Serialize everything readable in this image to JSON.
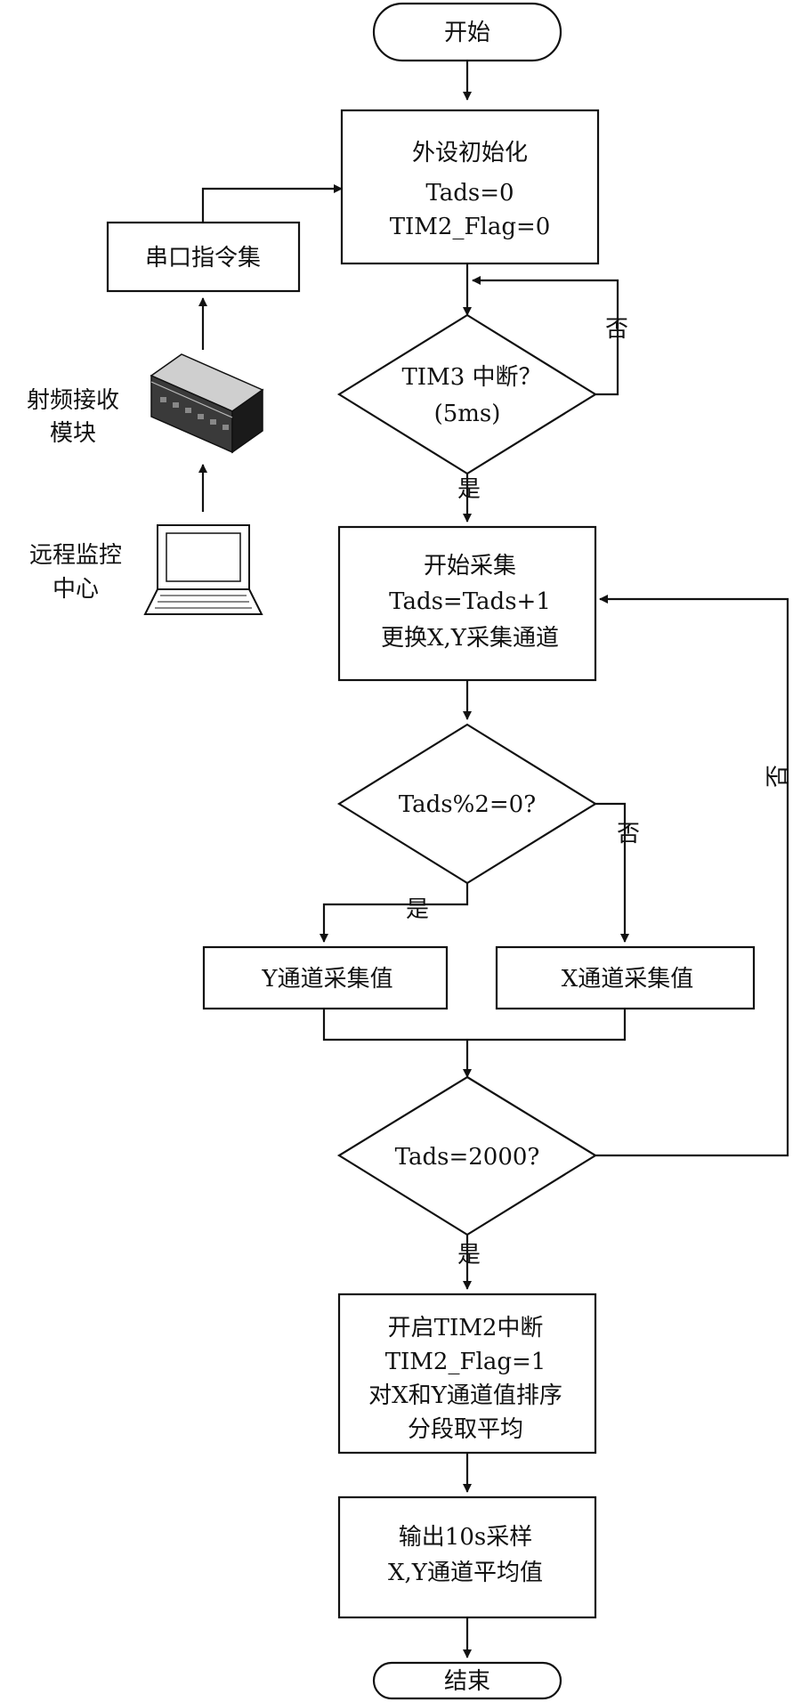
{
  "nodes": {
    "start": "开始",
    "init": [
      "外设初始化",
      "Tads=0",
      "TIM2_Flag=0"
    ],
    "uart_cmd": "串口指令集",
    "rf_module": [
      "射频接收",
      "模块"
    ],
    "monitor_center": [
      "远程监控",
      "中心"
    ],
    "tim3_check": [
      "TIM3 中断？",
      "(5ms)"
    ],
    "acquire": [
      "开始采集",
      "Tads=Tads+1",
      "更换X,Y采集通道"
    ],
    "parity_check": "Tads%2=0?",
    "y_value": "Y通道采集值",
    "x_value": "X通道采集值",
    "count_check": "Tads=2000?",
    "process": [
      "开启TIM2中断",
      "TIM2_Flag=1",
      "对X和Y通道值排序",
      "分段取平均"
    ],
    "output": [
      "输出10s采样",
      "X,Y通道平均值"
    ],
    "end": "结束"
  },
  "edge_labels": {
    "tim3_no": "否",
    "tim3_yes": "是",
    "parity_no": "否",
    "parity_yes": "是",
    "count_no": "否",
    "count_yes": "是"
  },
  "icons": {
    "rf_module": "router-icon",
    "monitor_center": "laptop-icon"
  }
}
